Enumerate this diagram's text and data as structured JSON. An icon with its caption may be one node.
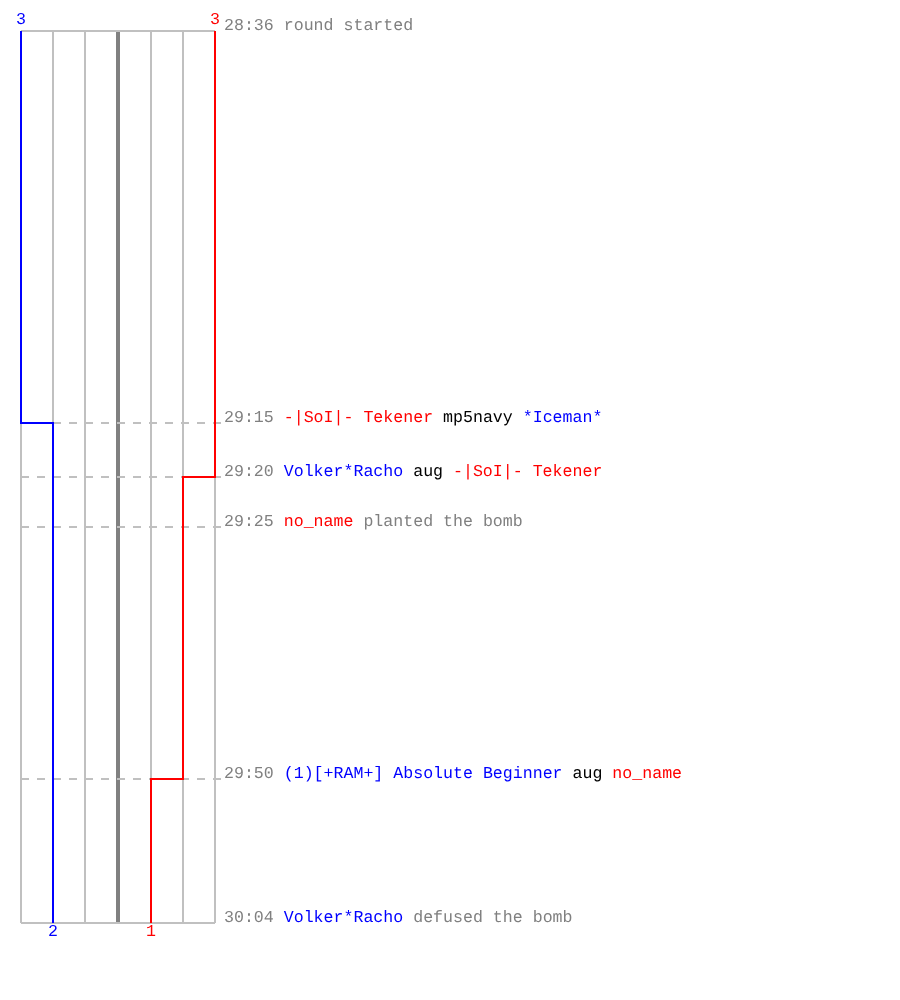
{
  "diagram": {
    "labels": [
      "3",
      "3",
      "28:36",
      "round started",
      "29:15",
      "-|SoI|- Tekener",
      "mp5navy",
      "*Iceman*",
      "29:20",
      "Volker*Racho",
      "aug",
      "-|SoI|- Tekener",
      "29:25",
      "no_name",
      "planted the bomb",
      "29:50",
      "(1)[+RAM+] Absolute Beginner",
      "aug",
      "no_name",
      "2",
      "1",
      "30:04",
      "Volker*Racho",
      "defused the bomb"
    ]
  }
}
